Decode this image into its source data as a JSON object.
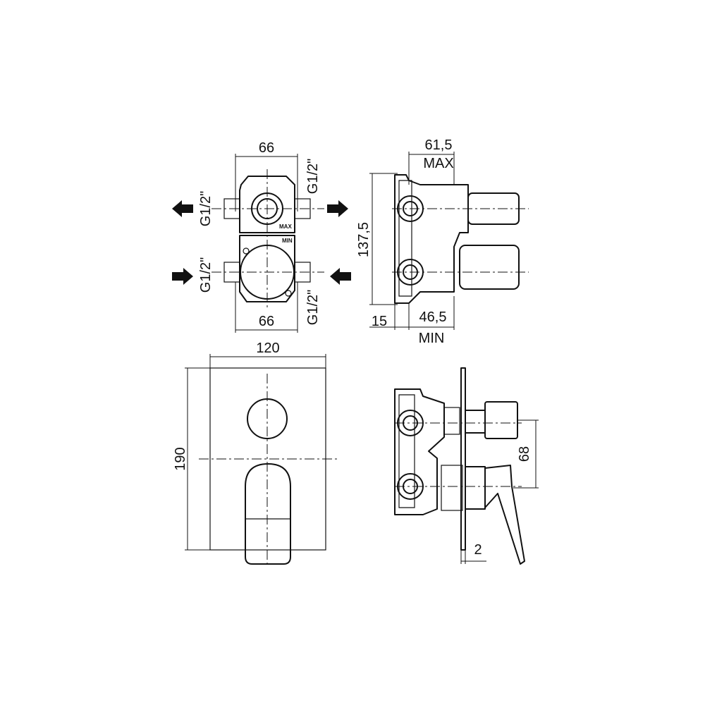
{
  "front_view": {
    "dim_width_top": "66",
    "dim_width_bottom": "66",
    "thread_upper_left": "G1/2\"",
    "thread_upper_right": "G1/2\"",
    "thread_lower_left": "G1/2\"",
    "thread_lower_right": "G1/2\"",
    "mark_max": "MAX",
    "mark_min": "MIN"
  },
  "side_view": {
    "dim_depth_max": "61,5",
    "label_max": "MAX",
    "dim_height": "137,5",
    "dim_offset": "15",
    "dim_depth_min": "46,5",
    "label_min": "MIN"
  },
  "plate_view": {
    "dim_width": "120",
    "dim_height": "190"
  },
  "assembly_view": {
    "dim_handle_spacing": "68",
    "dim_plate_thickness": "2"
  }
}
